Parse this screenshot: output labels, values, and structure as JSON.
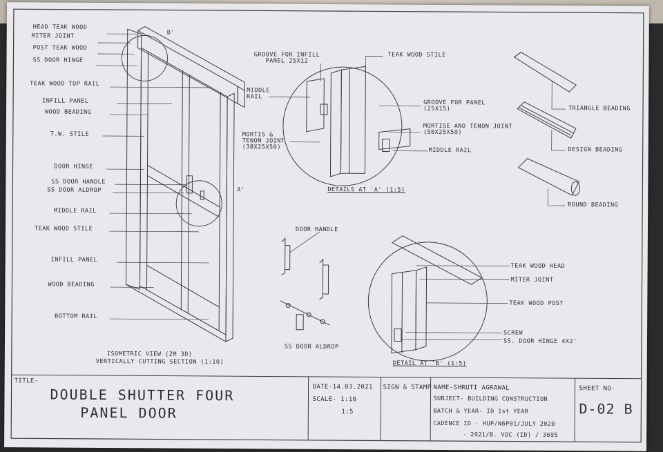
{
  "labels_left": [
    "HEAD TEAK WOOD",
    "MITER JOINT",
    "POST TEAK WOOD",
    "SS DOOR HINGE",
    "TEAK WOOD TOP RAIL",
    "INFILL PANEL",
    "WOOD BEADING",
    "T.W. STILE",
    "DOOR HINGE",
    "SS DOOR HANDLE",
    "SS DOOR ALDROP",
    "MIDDLE RAIL",
    "TEAK WOOD STILE",
    "INFILL PANEL",
    "WOOD BEADING",
    "BOTTOM RAIL"
  ],
  "marker_b": "B'",
  "marker_a": "A'",
  "middle_rail_label": "MIDDLE RAIL",
  "iso_caption": "ISOMETRIC VIEW (2M 3D)",
  "iso_caption2": "VERTICALLY CUTTING SECTION (1:10)",
  "detail_a": {
    "groove_infill": "GROOVE FOR INFILL PANEL 25X12",
    "stile": "TEAK WOOD STILE",
    "groove_panel": "GROOVE FOR PANEL (25X15)",
    "mortise_tenon": "MORTISE AND TENON JOINT (50X25X50)",
    "mortis": "MORTIS & TENON JOINT (38X25X50)",
    "middle_rail": "MIDDLE RAIL",
    "caption": "DETAILS AT 'A' (1:5)"
  },
  "beadings": [
    "TRIANGLE BEADING",
    "DESIGN BEADING",
    "ROUND BEADING"
  ],
  "door_handle": "DOOR HANDLE",
  "aldrop": "SS DOOR ALDROP",
  "detail_b": {
    "head": "TEAK WOOD HEAD",
    "miter": "MITER JOINT",
    "post": "TEAK WOOD POST",
    "screw": "SCREW",
    "hinge": "SS. DOOR HINGE 4X2'",
    "caption": "DETAIL AT 'B' (1:5)"
  },
  "title_block": {
    "title_label": "TITLE-",
    "title_line1": "DOUBLE SHUTTER FOUR",
    "title_line2": "PANEL DOOR",
    "date": "DATE-14.03.2021",
    "scale": "SCALE- 1:10",
    "scale2": "1:5",
    "sign": "SIGN & STAMP",
    "name": "NAME-SHRUTI AGRAWAL",
    "subject": "SUBJECT- BUILDING CONSTRUCTION",
    "batch": "BATCH & YEAR- ID 1st YEAR",
    "cadence": "CADENCE ID - HUP/N6P01/JULY 2020",
    "cadence2": "- 2021/B. VOC (ID) / 3695",
    "sheet_label": "SHEET NO-",
    "sheet_no": "D-02 B"
  }
}
